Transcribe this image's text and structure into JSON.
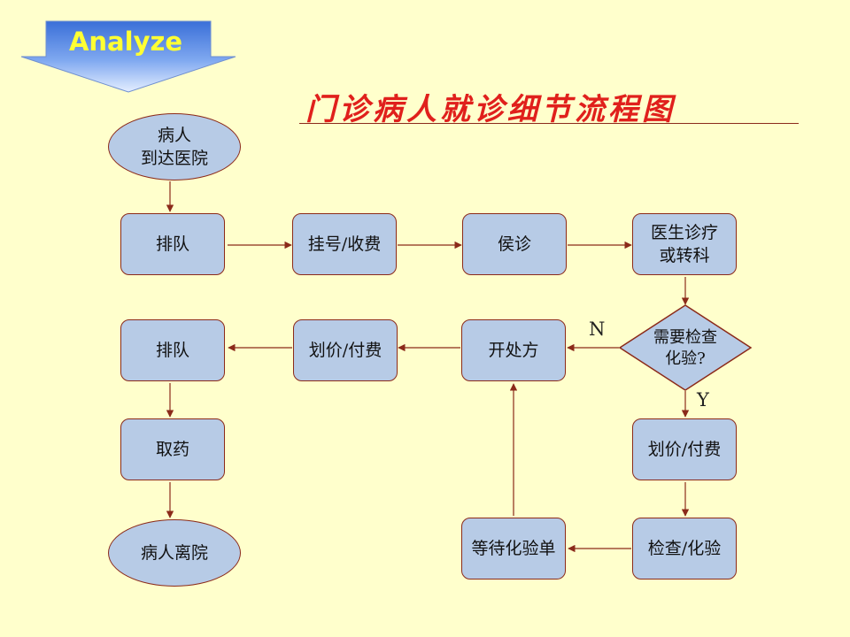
{
  "header": {
    "analyze_label": "Analyze",
    "title": "门诊病人就诊细节流程图"
  },
  "nodes": {
    "arrive": "病人\n到达医院",
    "queue1": "排队",
    "register": "挂号/收费",
    "wait": "侯诊",
    "doctor": "医生诊疗\n或转科",
    "decision": "需要检查\n化验?",
    "prescribe": "开处方",
    "pay1": "划价/付费",
    "queue2": "排队",
    "medicine": "取药",
    "leave": "病人离院",
    "pay2": "划价/付费",
    "exam": "检查/化验",
    "wait_report": "等待化验单"
  },
  "edge_labels": {
    "no": "N",
    "yes": "Y"
  },
  "colors": {
    "background": "#FFFFCC",
    "node_fill": "#B7CBE6",
    "node_border": "#8B2A1A",
    "arrow": "#8B2A1A",
    "title": "#E0201C",
    "analyze_text": "#FFFF33"
  }
}
